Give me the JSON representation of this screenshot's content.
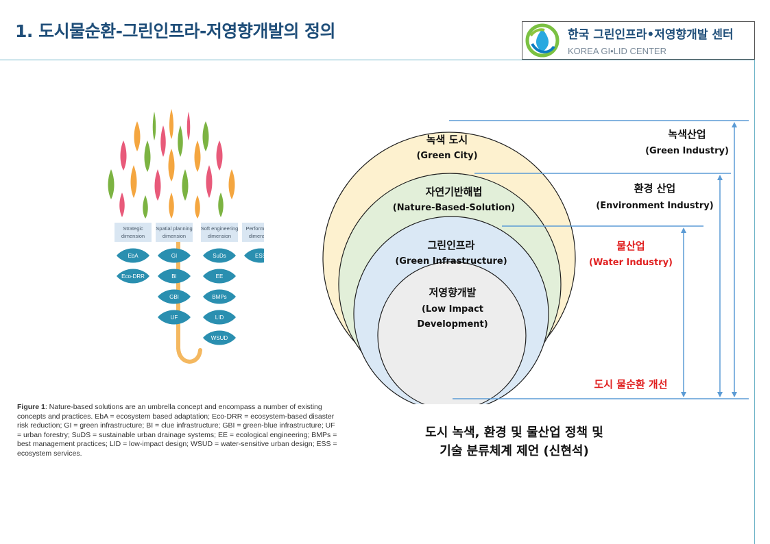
{
  "header": {
    "title": "1. 도시물순환-그린인프라-저영향개발의 정의"
  },
  "logo": {
    "name": "한국 그린인프라•저영향개발 센터",
    "subtitle": "KOREA GI•LID CENTER"
  },
  "umbrella_figure": {
    "dimensions": [
      {
        "label": "Strategic dimension",
        "items": [
          "EbA",
          "Eco-DRR"
        ]
      },
      {
        "label": "Spatial planning dimension",
        "items": [
          "GI",
          "BI",
          "GBI",
          "UF"
        ]
      },
      {
        "label": "Soft engineering dimension",
        "items": [
          "SuDs",
          "EE",
          "BMPs",
          "LID",
          "WSUD"
        ]
      },
      {
        "label": "Performance dimension",
        "items": [
          "ESS"
        ]
      }
    ],
    "caption_lead": "Figure 1",
    "caption_text": ": Nature-based solutions are an umbrella concept and encompass a number of existing concepts and practices. EbA = ecosystem based adaptation; Eco-DRR = ecosystem-based disaster risk reduction; GI = green infrastructure; BI = clue infrastructure; GBI = green-blue infrastructure; UF = urban forestry; SuDS = sustainable urban drainage systems; EE = ecological engineering; BMPs = best management practices; LID = low-impact design; WSUD = water-sensitive urban design; ESS = ecosystem services."
  },
  "nested_diagram": {
    "circles": [
      {
        "name": "녹색 도시",
        "english": "(Green City)",
        "fill": "#fdf1cf"
      },
      {
        "name": "자연기반해법",
        "english": "(Nature-Based-Solution)",
        "fill": "#e2efd9"
      },
      {
        "name": "그린인프라",
        "english": "(Green Infrastructure)",
        "fill": "#dae8f5"
      },
      {
        "name": "저영향개발",
        "english_line1": "(Low Impact",
        "english_line2": "Development)",
        "fill": "#ededed"
      }
    ],
    "industries": [
      {
        "name": "녹색산업",
        "english": "(Green Industry)",
        "color": "#111111"
      },
      {
        "name": "환경 산업",
        "english": "(Environment Industry)",
        "color": "#111111"
      },
      {
        "name": "물산업",
        "english": "(Water Industry)",
        "color": "#e02020"
      }
    ],
    "base_label": "도시 물순환 개선",
    "line_color": "#5b9bd5",
    "circle_stroke": "#1f1f1f"
  },
  "conclusion": {
    "line1": "도시 녹색, 환경 및 물산업 정책 및",
    "line2": "기술 분류체계 제언 (신현석)"
  }
}
